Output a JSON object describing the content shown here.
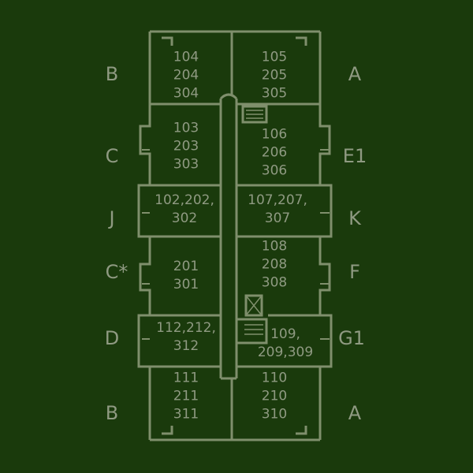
{
  "plan": {
    "units": [
      {
        "id": "u1",
        "lines": [
          "104",
          "204",
          "304"
        ]
      },
      {
        "id": "u2",
        "lines": [
          "105",
          "205",
          "305"
        ]
      },
      {
        "id": "u3",
        "lines": [
          "103",
          "203",
          "303"
        ]
      },
      {
        "id": "u4",
        "lines": [
          "106",
          "206",
          "306"
        ]
      },
      {
        "id": "u5",
        "lines": [
          "102,202,",
          "302"
        ]
      },
      {
        "id": "u6",
        "lines": [
          "107,207,",
          "307"
        ]
      },
      {
        "id": "u7",
        "lines": [
          "201",
          "301"
        ]
      },
      {
        "id": "u8",
        "lines": [
          "108",
          "208",
          "308"
        ]
      },
      {
        "id": "u9",
        "lines": [
          "112,212,",
          "312"
        ]
      },
      {
        "id": "u10",
        "lines": [
          "109,",
          "209,309"
        ]
      },
      {
        "id": "u11",
        "lines": [
          "111",
          "211",
          "311"
        ]
      },
      {
        "id": "u12",
        "lines": [
          "110",
          "210",
          "310"
        ]
      }
    ],
    "left_types": [
      "B",
      "C",
      "J",
      "C*",
      "D",
      "B"
    ],
    "right_types": [
      "A",
      "E1",
      "K",
      "F",
      "G1",
      "A"
    ],
    "colors": {
      "background": "#1a3a0c",
      "line": "#7f8f6c",
      "text": "#8f9a82"
    }
  }
}
